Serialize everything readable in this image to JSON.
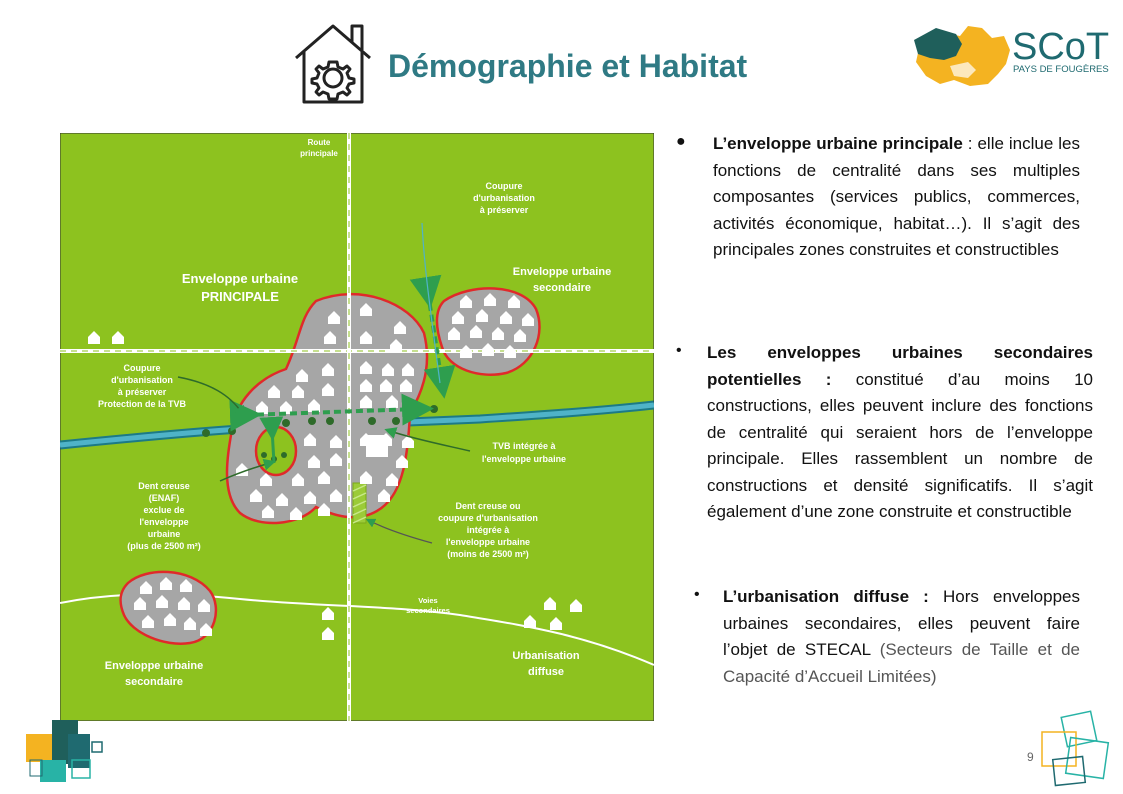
{
  "header": {
    "title": "Démographie et Habitat",
    "icon": "house-gear-icon"
  },
  "logo": {
    "name": "SCoT",
    "subtitle": "PAYS DE FOUGÈRES"
  },
  "map": {
    "labels": {
      "route_1": "Route",
      "route_2": "principale",
      "coupure_top_1": "Coupure",
      "coupure_top_2": "d'urbanisation",
      "coupure_top_3": "à préserver",
      "env_principale_1": "Enveloppe urbaine",
      "env_principale_2": "PRINCIPALE",
      "env_sec_right_1": "Enveloppe urbaine",
      "env_sec_right_2": "secondaire",
      "coupure_tvb_1": "Coupure",
      "coupure_tvb_2": "d'urbanisation",
      "coupure_tvb_3": "à préserver",
      "coupure_tvb_4": "Protection de la TVB",
      "tvb_1": "TVB intégrée à",
      "tvb_2": "l'enveloppe urbaine",
      "dent_enaf_1": "Dent creuse",
      "dent_enaf_2": "(ENAF)",
      "dent_enaf_3": "exclue de",
      "dent_enaf_4": "l'enveloppe",
      "dent_enaf_5": "urbaine",
      "dent_enaf_6": "(plus de 2500 m²)",
      "dent_int_1": "Dent creuse ou",
      "dent_int_2": "coupure d'urbanisation",
      "dent_int_3": "intégrée à",
      "dent_int_4": "l'enveloppe urbaine",
      "dent_int_5": "(moins de 2500 m²)",
      "voies_1": "Voies",
      "voies_2": "secondaires",
      "env_sec_left_1": "Enveloppe urbaine",
      "env_sec_left_2": "secondaire",
      "urb_diffuse_1": "Urbanisation",
      "urb_diffuse_2": "diffuse"
    },
    "colors": {
      "background": "#8dc21f",
      "envelope": "#a6a6a6",
      "outline": "#e02a2a",
      "river": "#4fb3c8",
      "arrow": "#2e9e4e"
    }
  },
  "bullets": [
    {
      "bold": "L’enveloppe urbaine principale",
      "text": " : elle inclue les fonctions de centralité dans ses multiples composantes (services publics, commerces, activités économique, habitat…). Il s’agit des principales zones construites et constructibles"
    },
    {
      "bold": "Les enveloppes urbaines secondaires potentielles :",
      "text": " constitué d’au moins 10 constructions, elles peuvent inclure des fonctions de centralité qui seraient hors de l’enveloppe principale. Elles rassemblent un nombre de constructions et densité significatifs. Il s’agit également d’une zone construite et constructible"
    },
    {
      "bold": "L’urbanisation diffuse :",
      "text": " Hors enveloppes urbaines secondaires, elles peuvent faire l’objet de STECAL ",
      "grey": "(Secteurs de Taille et de Capacité d’Accueil Limitées)"
    }
  ],
  "footer": {
    "page_number": "9"
  }
}
